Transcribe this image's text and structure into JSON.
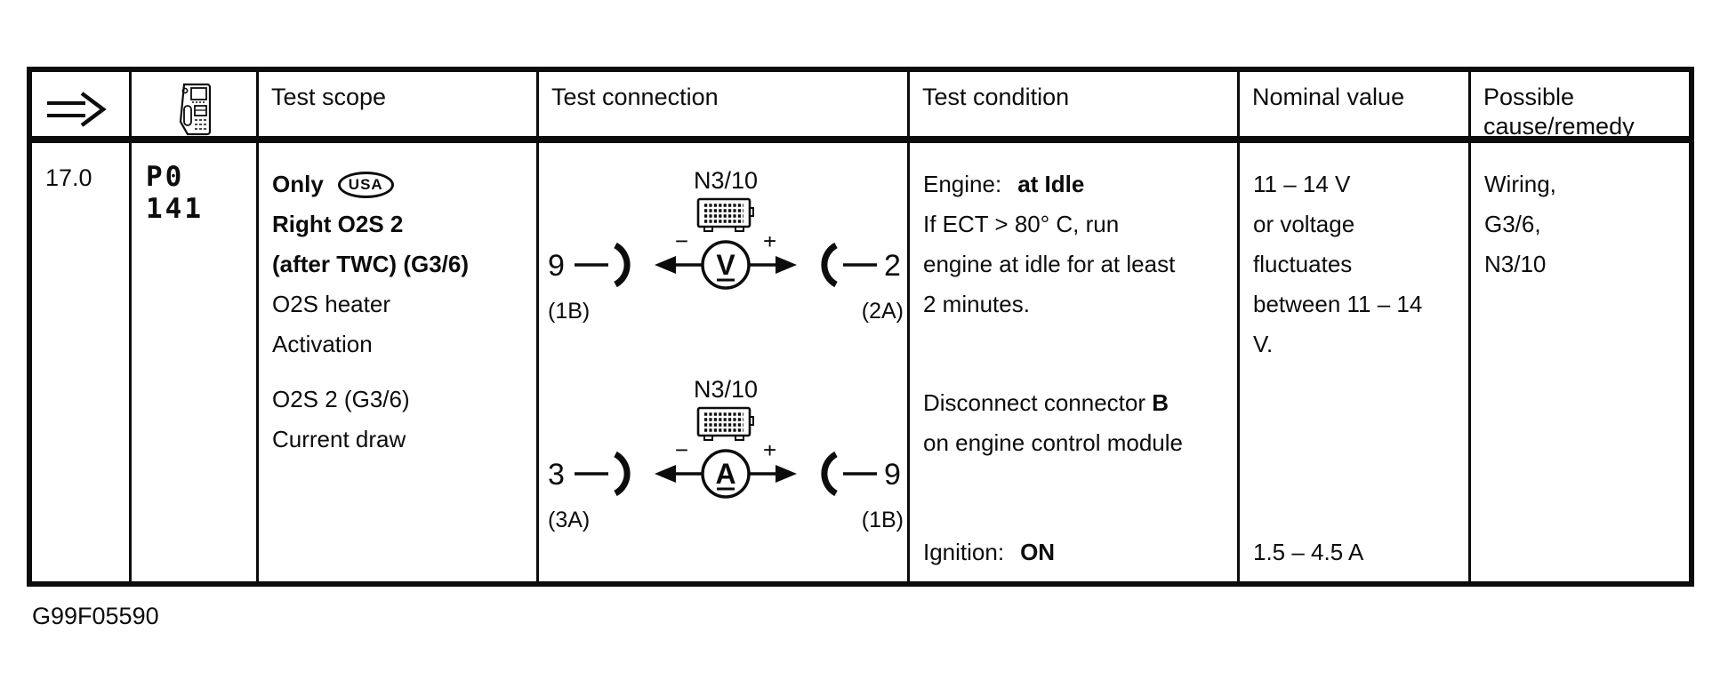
{
  "figure_id": "G99F05590",
  "colors": {
    "ink": "#0c0c0c",
    "paper": "#ffffff"
  },
  "header": {
    "arrow_icon": "double-arrow",
    "tester_icon": "diagnostic-tester",
    "columns": [
      "Test scope",
      "Test connection",
      "Test condition",
      "Nominal value",
      "Possible cause/remedy"
    ]
  },
  "row": {
    "step": "17.0",
    "dtc_code": "P0 141",
    "test_scope": {
      "only_label": "Only",
      "usa_badge": "USA",
      "bold_line_1": "Right O2S 2",
      "bold_line_2": "(after TWC) (G3/6)",
      "line_1": "O2S heater",
      "line_2": "Activation",
      "group2_line_1": "O2S 2 (G3/6)",
      "group2_line_2": "Current draw"
    },
    "test_connection": [
      {
        "module": "N3/10",
        "meter_letter": "V",
        "minus": "−",
        "plus": "+",
        "left_pin": "9",
        "right_pin": "2",
        "left_connector": "(1B)",
        "right_connector": "(2A)"
      },
      {
        "module": "N3/10",
        "meter_letter": "A",
        "minus": "−",
        "plus": "+",
        "left_pin": "3",
        "right_pin": "9",
        "left_connector": "(3A)",
        "right_connector": "(1B)"
      }
    ],
    "test_condition": {
      "engine_label": "Engine:",
      "engine_value": "at Idle",
      "line_2": "If ECT > 80° C, run",
      "line_3": "engine at idle for at least",
      "line_4": "2 minutes.",
      "group2_prefix": "Disconnect connector",
      "group2_bold": "B",
      "group2_line_2": "on engine control module",
      "ignition_label": "Ignition:",
      "ignition_value": "ON"
    },
    "nominal_value": {
      "line_1": "11 – 14 V",
      "line_2": "or voltage",
      "line_3": "fluctuates",
      "line_4": "between 11 – 14",
      "line_5": "V.",
      "current_value": "1.5 – 4.5 A"
    },
    "possible_cause": {
      "line_1": "Wiring,",
      "line_2": "G3/6,",
      "line_3": "N3/10"
    }
  }
}
